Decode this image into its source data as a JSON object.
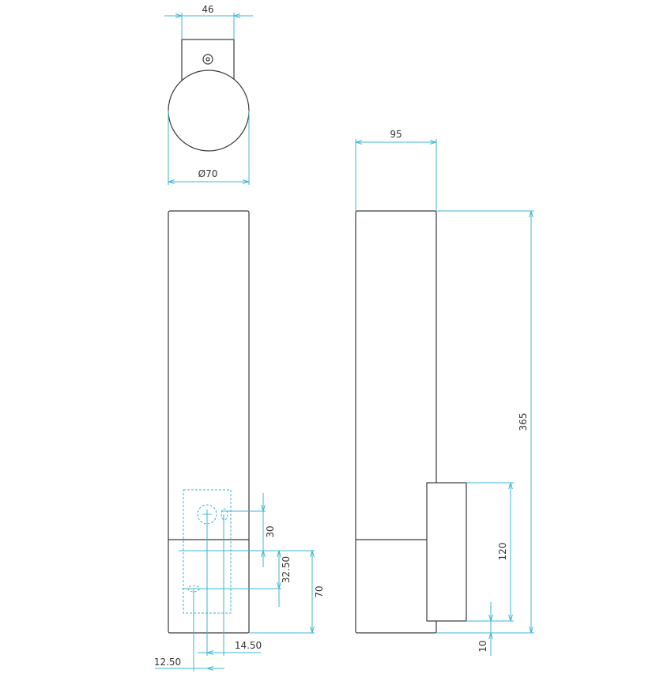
{
  "colors": {
    "outline": "#3a3a3a",
    "dimension": "#3fb5d6",
    "text": "#333333"
  },
  "dimensions": {
    "top_width": "46",
    "diameter": "Ø70",
    "side_width": "95",
    "overall_height": "365",
    "plate_height": "120",
    "bottom_offset": "10",
    "hole_spacing_30": "30",
    "hole_spacing_32_50": "32.50",
    "base_height_70": "70",
    "offset_14_50": "14.50",
    "offset_12_50": "12.50"
  }
}
